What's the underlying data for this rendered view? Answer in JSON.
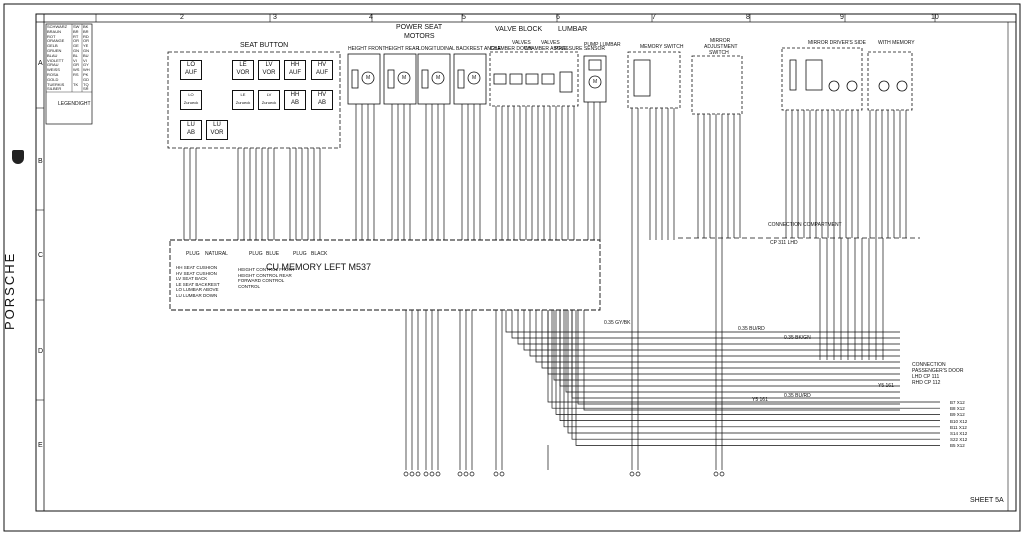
{
  "page_number": "SHEET 5A",
  "column_numbers": [
    "2",
    "3",
    "4",
    "5",
    "6",
    "7",
    "8",
    "9",
    "10"
  ],
  "row_letters": [
    "A",
    "B",
    "C",
    "D",
    "E"
  ],
  "brand": "PORSCHE",
  "color_legend": {
    "rows": [
      [
        "SCHWARZ",
        "SW",
        "BK"
      ],
      [
        "BRAUN",
        "BR",
        "BR"
      ],
      [
        "ROT",
        "RT",
        "RD"
      ],
      [
        "ORANGE",
        "OR",
        "OR"
      ],
      [
        "GELB",
        "GE",
        "YE"
      ],
      [
        "GRUEN",
        "GN",
        "GN"
      ],
      [
        "BLAU",
        "BL",
        "BU"
      ],
      [
        "VIOLETT",
        "VI",
        "VI"
      ],
      [
        "GRAU",
        "GR",
        "GY"
      ],
      [
        "WEISS",
        "WS",
        "WH"
      ],
      [
        "ROSA",
        "RS",
        "PK"
      ],
      [
        "GOLD",
        "",
        "GD"
      ],
      [
        "TUERKIS",
        "TK",
        "TQ"
      ],
      [
        "SILBER",
        "",
        "SR"
      ]
    ],
    "note": "LEGENDIGHT"
  },
  "headers": {
    "seat_button": "SEAT BUTTON",
    "power_seat": "POWER SEAT",
    "motors": "MOTORS",
    "valve_block": "VALVE BLOCK",
    "lumbar": "LUMBAR",
    "memory_switch": "MEMORY SWITCH",
    "mirror_adjustment": "MIRROR",
    "mirror_adjustment_2": "ADJUSTMENT",
    "mirror_adjustment_3": "SWITCH",
    "mirror_drivers_side": "MIRROR DRIVER'S SIDE",
    "with_memory": "WITH MEMORY",
    "height_front": "HEIGHT FRONT",
    "height_rear": "HEIGHT REAR",
    "longitudinal": "LONGITUDINAL",
    "backrest_angle": "BACKREST ANGLE",
    "valves_chamber_down": "CHAMBER DOWN",
    "valves_chamber_above": "CHAMBER ABOVE",
    "pressure_sensor": "PRESSURE SENSOR",
    "pump_motor": "PUMP LUMBAR",
    "valves_1": "VALVES",
    "valves_2": "VALVES"
  },
  "buttons": {
    "lo_auf": [
      "LO",
      "AUF"
    ],
    "le_vor": [
      "LE",
      "VOR"
    ],
    "lv_vor": [
      "LV",
      "VOR"
    ],
    "hh_auf": [
      "HH",
      "AUF"
    ],
    "hv_auf": [
      "HV",
      "AUF"
    ],
    "lo_zurueck": [
      "LO",
      "Zurueck"
    ],
    "le_zurueck": [
      "LE",
      "Zurueck"
    ],
    "lv_zurueck": [
      "LV",
      "Zurueck"
    ],
    "hh_ab": [
      "HH",
      "AB"
    ],
    "hv_ab": [
      "HV",
      "AB"
    ],
    "lu_ab": [
      "LU",
      "AB"
    ],
    "lu_vor": [
      "LU",
      "VOR"
    ]
  },
  "plug_labels": [
    "PLUG",
    "NATURAL",
    "PLUG",
    "BLUE",
    "PLUG",
    "BLACK"
  ],
  "control_unit": {
    "title": "CU MEMORY LEFT  M537",
    "legend": [
      "HH  SEAT CUSHION",
      "HV  SEAT CUSHION",
      "LV  SEAT BACK",
      "LE  SEAT BACKREST",
      "LO  LUMBAR ABOVE",
      "LU  LUMBAR DOWN"
    ],
    "legend2": [
      "HEIGHT CONTROL FRONT -",
      "HEIGHT CONTROL REAR",
      "FORWARD CONTROL",
      "CONTROL"
    ]
  },
  "connection_compartment": [
    "CONNECTION COMPARTMENT",
    "CP 311  LHD"
  ],
  "connection_door": [
    "CONNECTION",
    "PASSENGER'S DOOR",
    "LHD  CP 111",
    "RHD  CP 112"
  ],
  "door_pins": [
    "B7 X12",
    "B8 X12",
    "B9 X12",
    "B10 X12",
    "B11 X12",
    "S14 X12",
    "S22 X12",
    "B5 X12"
  ],
  "wire_labels": {
    "bu_rd": "0.35 BU/RD",
    "bk_gn": "0.35 BK/GN",
    "gy_bk": "0.35 GY/BK",
    "bu_rd_2": "0.35 BU/RD",
    "y5": "Y5 161",
    "y5b": "Y5 161"
  }
}
